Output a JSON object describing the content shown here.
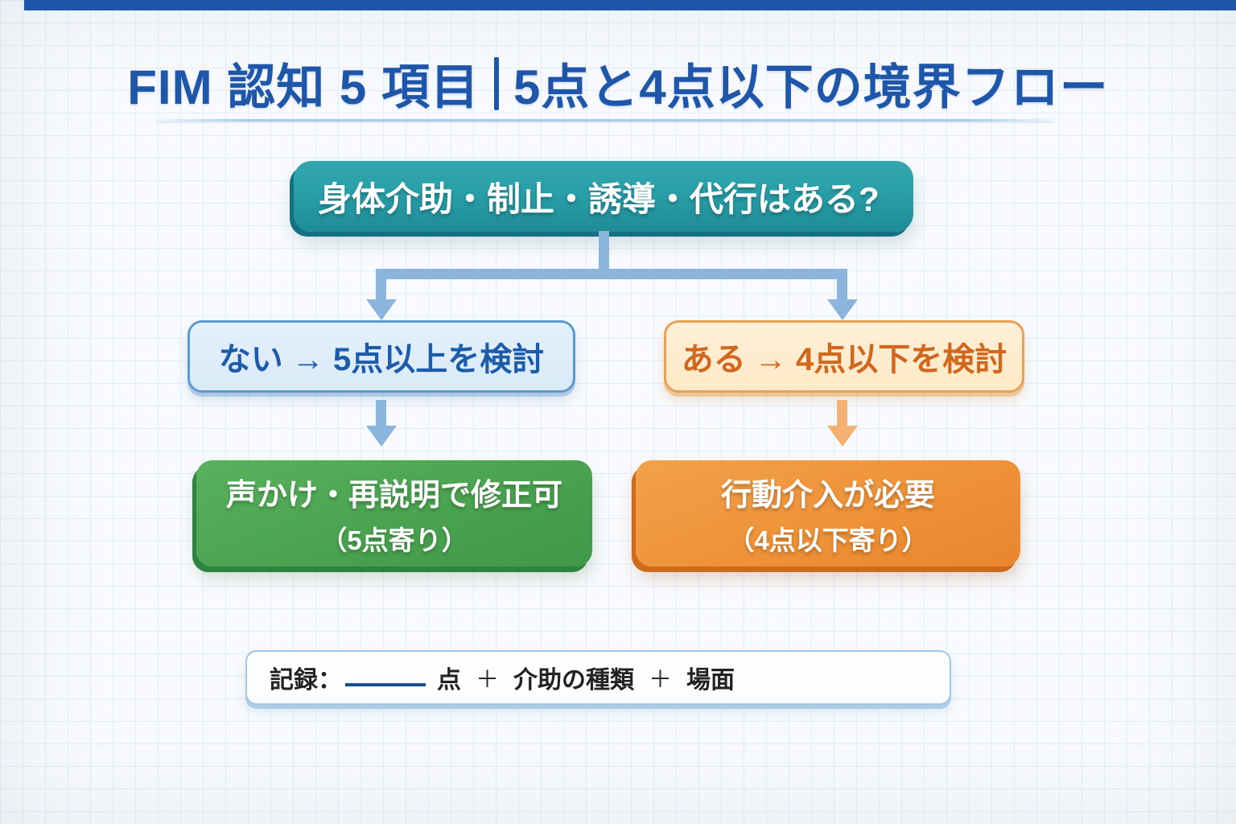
{
  "title": {
    "part1": "FIM 認知 5 項目",
    "part2": "5点と4点以下の境界フロー"
  },
  "flow": {
    "question": "身体介助・制止・誘導・代行はある?",
    "branch_no": "ない → 5点以上を検討",
    "branch_yes": "ある → 4点以下を検討",
    "result_no": {
      "line1": "声かけ・再説明で修正可",
      "line2": "（5点寄り）"
    },
    "result_yes": {
      "line1": "行動介入が必要",
      "line2": "（4点以下寄り）"
    }
  },
  "note": {
    "label": "記録：",
    "unit": "点",
    "plus": "＋",
    "item1": "介助の種類",
    "item2": "場面"
  },
  "colors": {
    "accent-blue": "#1e56a9",
    "teal": "#2aa0a9",
    "teal-dark": "#137280",
    "connector-blue": "#8cb5dd",
    "branch-no-fill": "#d9eaf8",
    "branch-no-border": "#5a9ad2",
    "branch-no-text": "#1d5cab",
    "branch-yes-fill": "#fde9c6",
    "branch-yes-border": "#eca052",
    "branch-yes-text": "#d2661c",
    "green": "#4aa350",
    "green-dark": "#2e8340",
    "orange": "#ee9238",
    "orange-dark": "#cf6a1a",
    "orange-arrow": "#f5b171"
  }
}
